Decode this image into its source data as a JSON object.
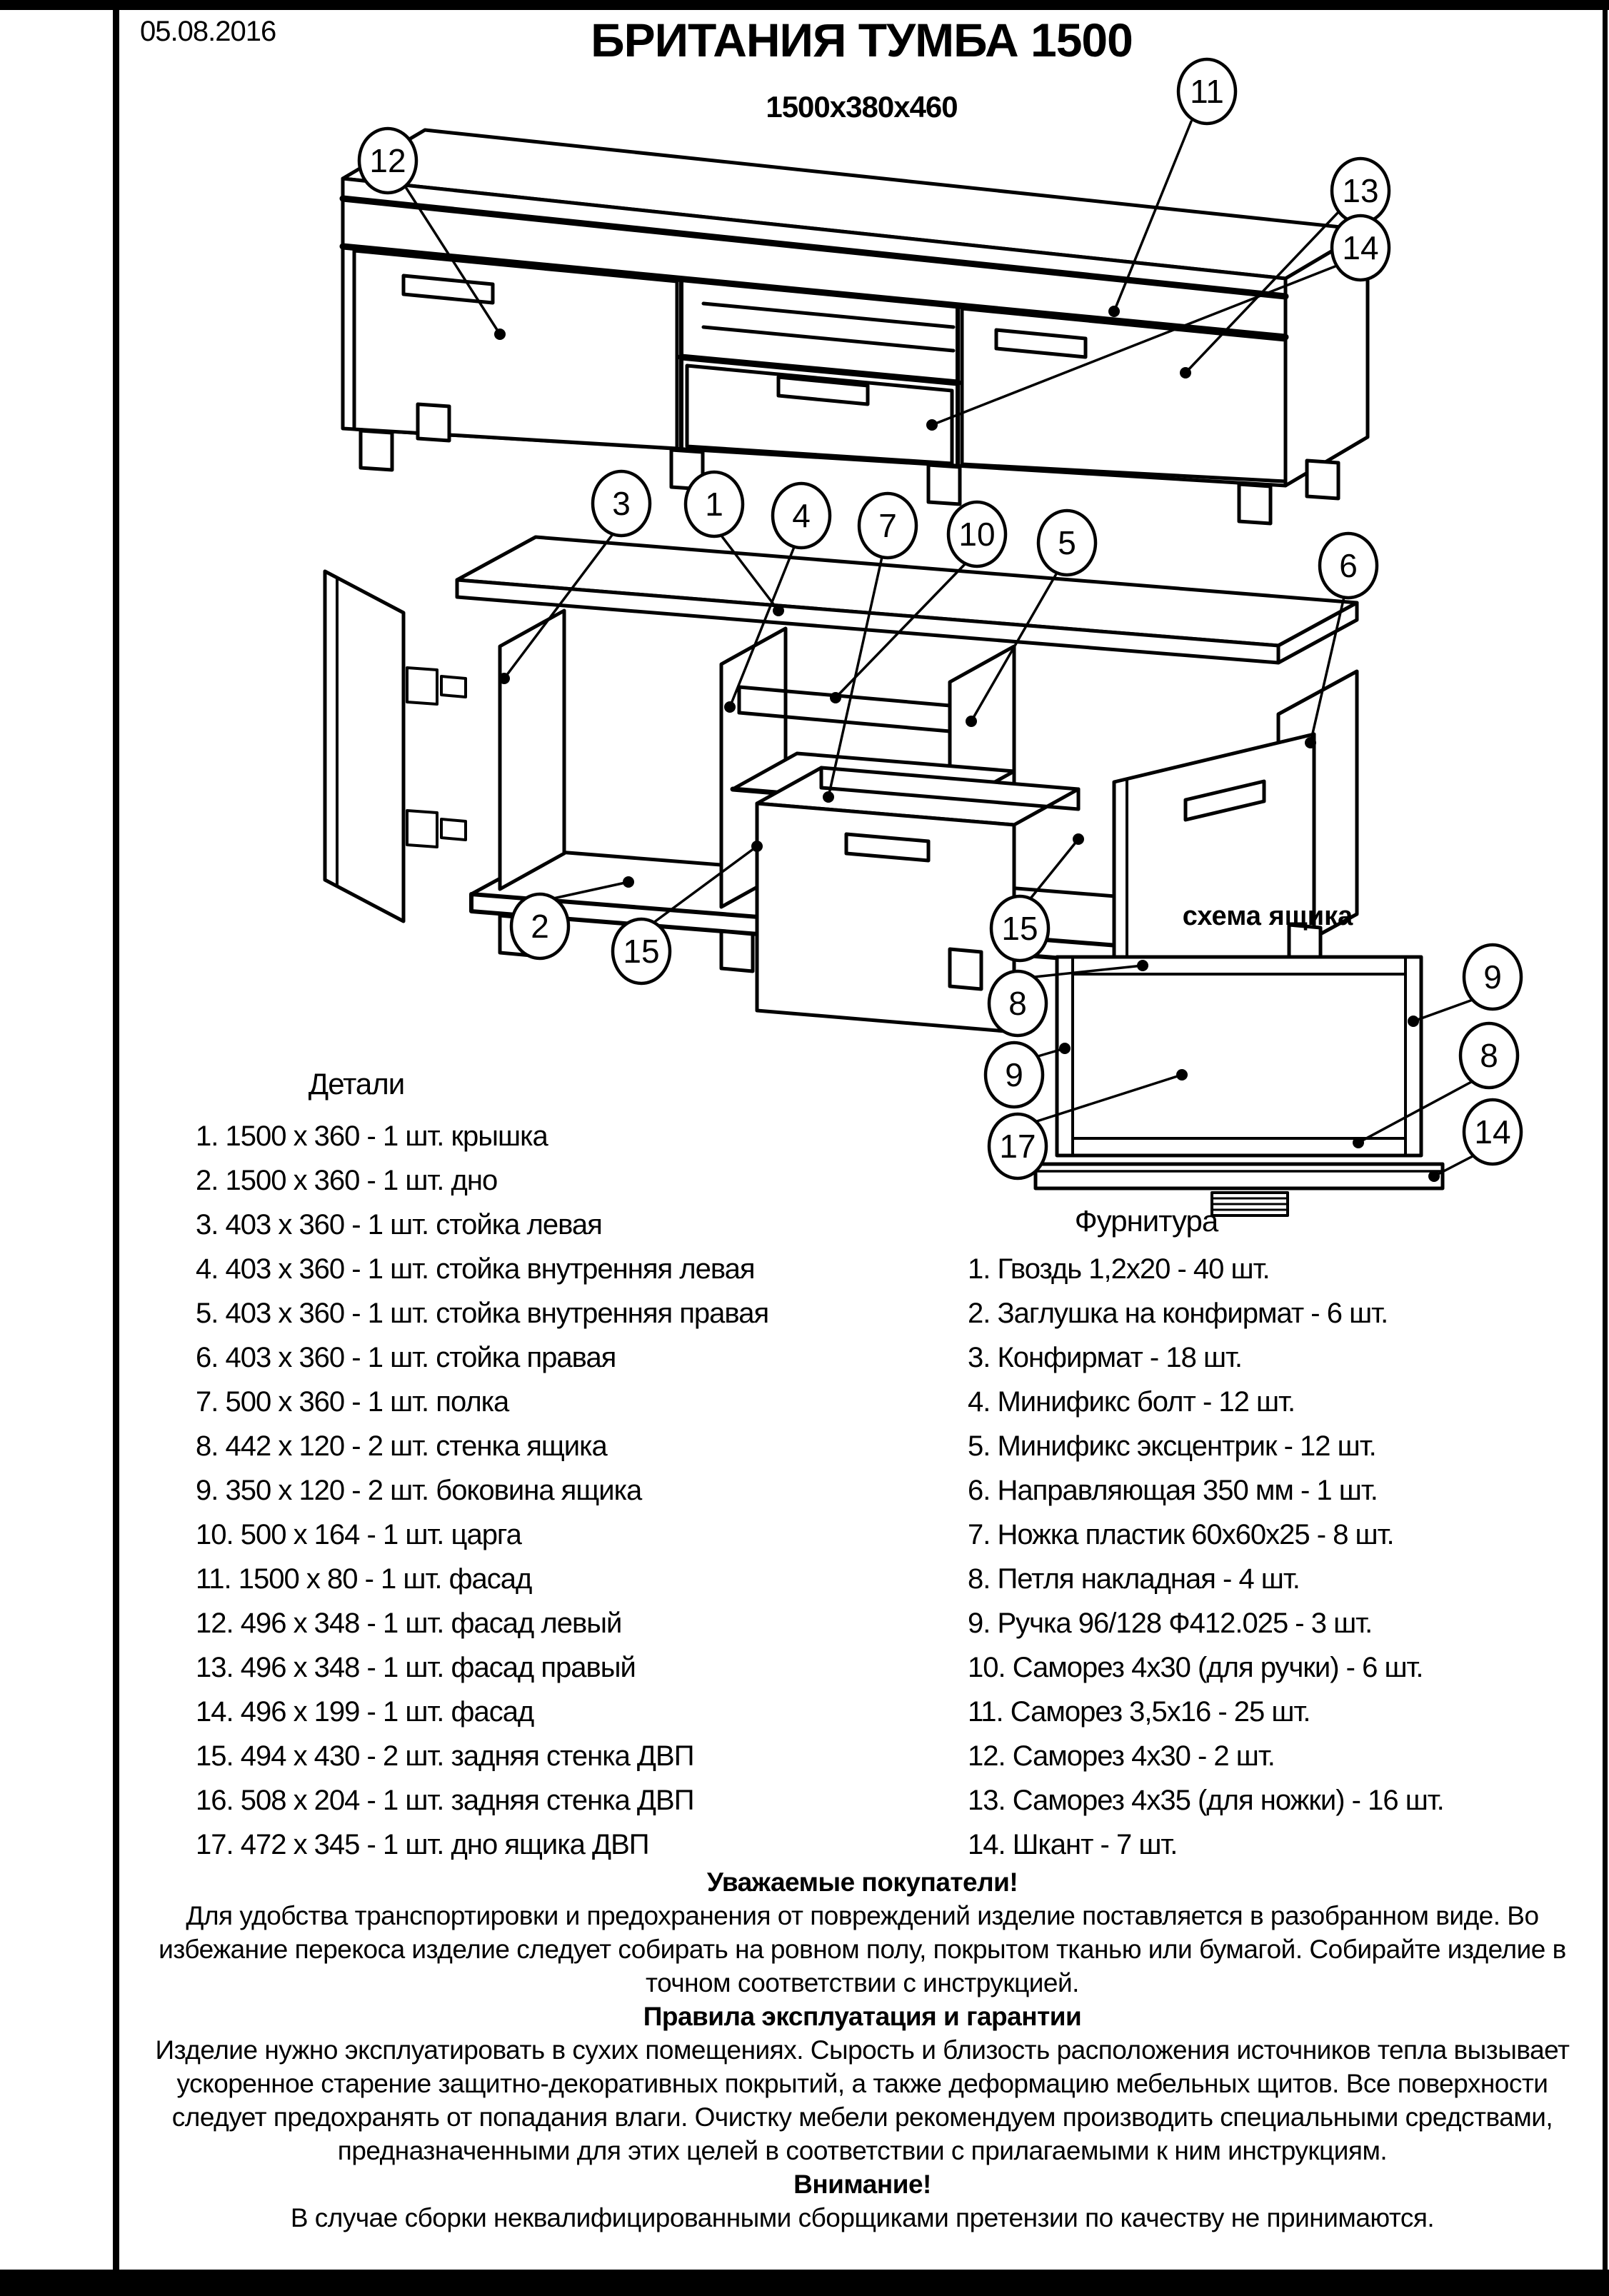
{
  "page": {
    "date": "05.08.2016",
    "title": "БРИТАНИЯ ТУМБА 1500",
    "subtitle": "1500х380х460"
  },
  "drawings": {
    "assembled": {
      "callouts": {
        "c11": "11",
        "c12": "12",
        "c13": "13",
        "c14": "14"
      }
    },
    "exploded": {
      "callouts": {
        "c3": "3",
        "c1": "1",
        "c4": "4",
        "c7": "7",
        "c10": "10",
        "c5": "5",
        "c6": "6",
        "c2": "2",
        "c15a": "15",
        "c15b": "15"
      }
    },
    "drawer": {
      "title": "схема ящика",
      "callouts": {
        "c8a": "8",
        "c9a": "9",
        "c9b": "9",
        "c17": "17",
        "c8b": "8",
        "c14": "14"
      }
    }
  },
  "parts": {
    "title": "Детали",
    "items": [
      "1. 1500 х 360 - 1 шт. крышка",
      "2. 1500 х 360 - 1 шт. дно",
      "3. 403 х 360 - 1 шт. стойка левая",
      "4. 403 х 360 - 1 шт. стойка внутренняя левая",
      "5. 403 х 360 - 1 шт. стойка внутренняя правая",
      "6. 403 х 360 - 1 шт. стойка правая",
      "7. 500 х 360 - 1 шт. полка",
      "8. 442 х 120 - 2 шт. стенка ящика",
      "9. 350 х 120 - 2 шт. боковина ящика",
      "10. 500 х 164 - 1 шт. царга",
      "11. 1500 х 80 - 1 шт. фасад",
      "12. 496 х 348 - 1 шт. фасад левый",
      "13. 496 х 348 - 1 шт. фасад правый",
      "14. 496 х 199 - 1 шт. фасад",
      "15. 494 х 430 - 2 шт. задняя стенка ДВП",
      "16. 508 х 204 - 1 шт. задняя стенка ДВП",
      "17. 472 х 345 - 1 шт. дно ящика ДВП"
    ]
  },
  "hardware": {
    "title": "Фурнитура",
    "items": [
      "1. Гвоздь 1,2х20 - 40 шт.",
      "2. Заглушка на конфирмат - 6 шт.",
      "3. Конфирмат - 18 шт.",
      "4. Минификс болт - 12 шт.",
      "5. Минификс эксцентрик - 12 шт.",
      "6. Направляющая 350 мм - 1 шт.",
      "7. Ножка пластик 60х60х25 - 8 шт.",
      "8. Петля накладная - 4 шт.",
      "9. Ручка 96/128 Ф412.025 - 3 шт.",
      "10. Саморез 4х30 (для ручки) - 6 шт.",
      "11. Саморез 3,5х16 - 25 шт.",
      "12. Саморез 4х30 - 2 шт.",
      "13. Саморез 4х35 (для ножки) - 16 шт.",
      "14. Шкант - 7 шт."
    ]
  },
  "notes": {
    "customers_title": "Уважаемые покупатели!",
    "customers_text": "Для удобства транспортировки и предохранения от повреждений изделие поставляется в разобранном виде. Во избежание перекоса изделие следует собирать на ровном полу, покрытом тканью или бумагой. Собирайте изделие в точном соответствии с инструкцией.",
    "rules_title": "Правила эксплуатация и гарантии",
    "rules_text": "Изделие нужно эксплуатировать в сухих помещениях. Сырость и близость расположения источников тепла вызывает ускоренное старение защитно-декоративных покрытий, а также деформацию мебельных щитов. Все поверхности следует предохранять от попадания влаги. Очистку мебели рекомендуем производить специальными средствами, предназначенными для этих целей в соответствии с прилагаемыми к ним инструкциям.",
    "attention_title": "Внимание!",
    "attention_text": "В случае сборки неквалифицированными сборщиками претензии по качеству не принимаются."
  }
}
